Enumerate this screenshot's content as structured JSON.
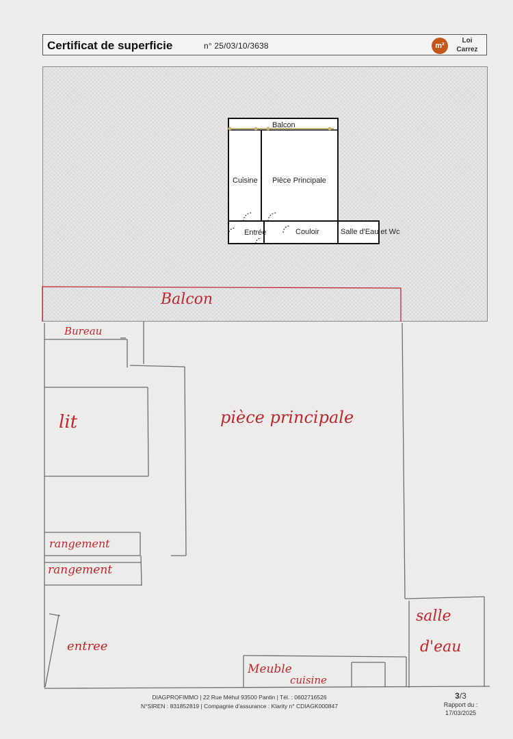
{
  "header": {
    "title": "Certificat de superficie",
    "number": "n° 25/03/10/3638",
    "logo_mark": "m²",
    "logo_line1": "Loi",
    "logo_line2": "Carrez"
  },
  "plan": {
    "rooms": {
      "balcon": "Balcon",
      "cuisine": "Cuisine",
      "piece_principale": "Pièce Principale",
      "entree": "Entrée",
      "couloir": "Couloir",
      "salle_eau_wc": "Salle d'Eau et Wc"
    }
  },
  "sketch": {
    "balcon": "Balcon",
    "bureau": "Bureau",
    "lit": "lit",
    "piece_principale": "pièce principale",
    "rangement1": "rangement",
    "rangement2": "rangement",
    "entree": "entree",
    "salle": "salle",
    "deau": "d'eau",
    "meuble": "Meuble",
    "cuisine": "cuisine"
  },
  "footer": {
    "line1": "DIAGPROFIMMO | 22 Rue Méhul 93500 Pantin | Tél. : 0602716526",
    "line2": "N°SIREN : 831852819 | Compagnie d'assurance : Klarity n° CDIAGK000847",
    "page_current": "3",
    "page_total": "/3",
    "rapport_label": "Rapport du :",
    "rapport_date": "17/03/2025"
  },
  "colors": {
    "red_ink": "#c0262d",
    "plan_wall": "#111111",
    "pencil": "#6d6d6d",
    "logo": "#c2561b"
  }
}
